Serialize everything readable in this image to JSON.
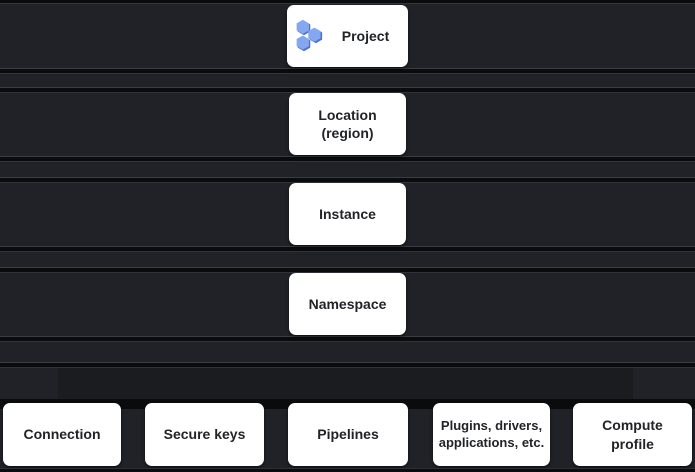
{
  "palette": {
    "background": "#202227",
    "box_bg": "#ffffff",
    "box_text": "#212327",
    "groove_dark": "#0a0b0d",
    "groove_light": "#3a3e44",
    "icon_base": "#4a72d8",
    "icon_light": "#85a7f0"
  },
  "hierarchy": {
    "project": "Project",
    "location": "Location (region)",
    "instance": "Instance",
    "namespace": "Namespace",
    "children": [
      "Connection",
      "Secure keys",
      "Pipelines",
      "Plugins, drivers, applications, etc.",
      "Compute profile"
    ]
  }
}
